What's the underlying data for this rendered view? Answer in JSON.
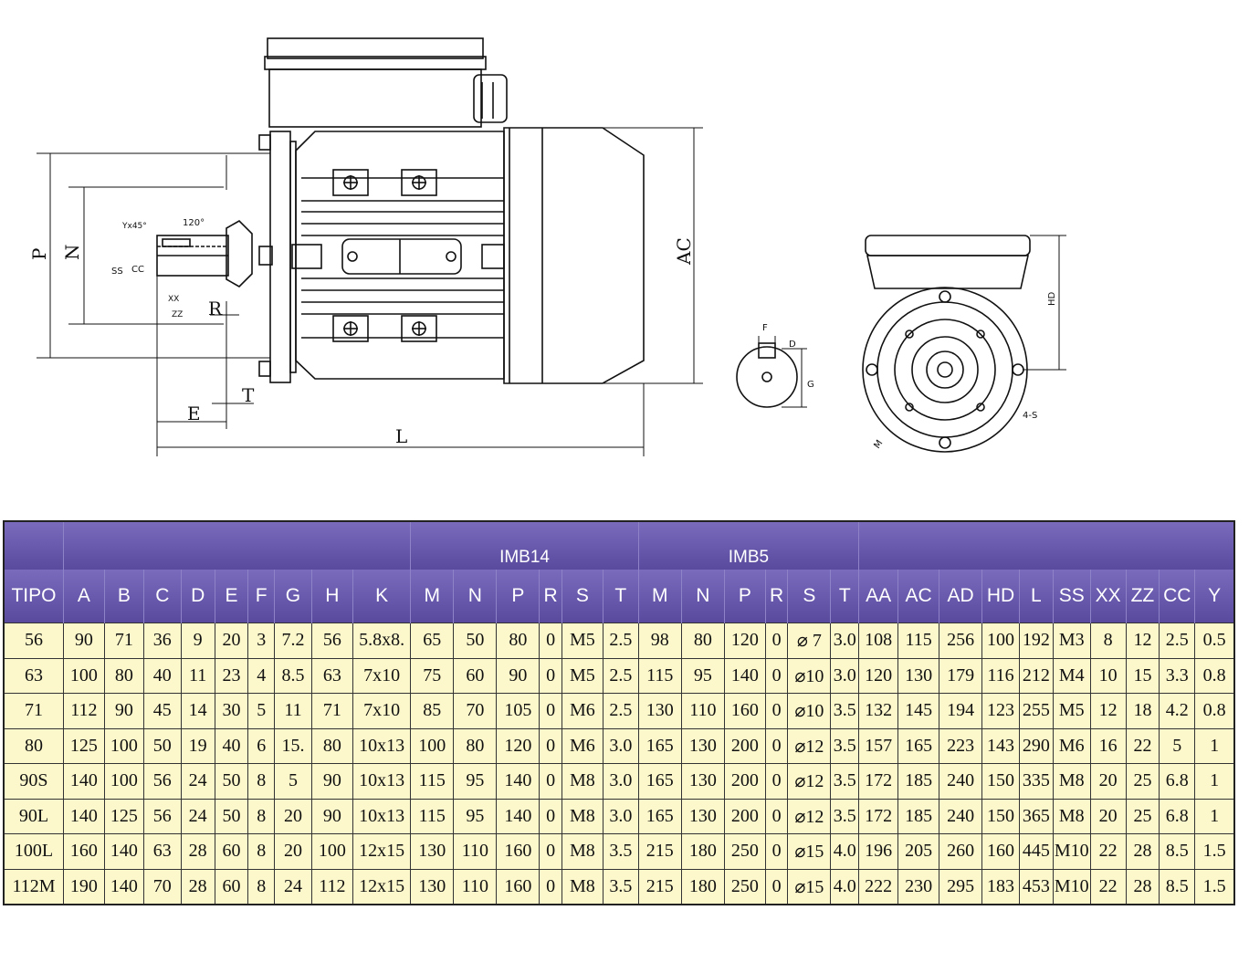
{
  "drawing_labels": {
    "P": "P",
    "N": "N",
    "R": "R",
    "T": "T",
    "E": "E",
    "L": "L",
    "AC": "AC",
    "key_chamfer": "Yx45°",
    "key_angle": "120°",
    "SS": "SS",
    "CC": "CC",
    "XX": "XX",
    "ZZ": "ZZ",
    "F": "F",
    "D": "D",
    "G": "G",
    "HD": "HD",
    "S4": "4-S",
    "M": "M"
  },
  "table": {
    "group_headers": {
      "imb14": "IMB14",
      "imb5": "IMB5"
    },
    "columns": [
      "TIPO",
      "A",
      "B",
      "C",
      "D",
      "E",
      "F",
      "G",
      "H",
      "K",
      "M",
      "N",
      "P",
      "R",
      "S",
      "T",
      "M",
      "N",
      "P",
      "R",
      "S",
      "T",
      "AA",
      "AC",
      "AD",
      "HD",
      "L",
      "SS",
      "XX",
      "ZZ",
      "CC",
      "Y"
    ],
    "rows": [
      [
        "56",
        "90",
        "71",
        "36",
        "9",
        "20",
        "3",
        "7.2",
        "56",
        "5.8x8.",
        "65",
        "50",
        "80",
        "0",
        "M5",
        "2.5",
        "98",
        "80",
        "120",
        "0",
        "⌀ 7",
        "3.0",
        "108",
        "115",
        "256",
        "100",
        "192",
        "M3",
        "8",
        "12",
        "2.5",
        "0.5"
      ],
      [
        "63",
        "100",
        "80",
        "40",
        "11",
        "23",
        "4",
        "8.5",
        "63",
        "7x10",
        "75",
        "60",
        "90",
        "0",
        "M5",
        "2.5",
        "115",
        "95",
        "140",
        "0",
        "⌀10",
        "3.0",
        "120",
        "130",
        "179",
        "116",
        "212",
        "M4",
        "10",
        "15",
        "3.3",
        "0.8"
      ],
      [
        "71",
        "112",
        "90",
        "45",
        "14",
        "30",
        "5",
        "11",
        "71",
        "7x10",
        "85",
        "70",
        "105",
        "0",
        "M6",
        "2.5",
        "130",
        "110",
        "160",
        "0",
        "⌀10",
        "3.5",
        "132",
        "145",
        "194",
        "123",
        "255",
        "M5",
        "12",
        "18",
        "4.2",
        "0.8"
      ],
      [
        "80",
        "125",
        "100",
        "50",
        "19",
        "40",
        "6",
        "15.",
        "80",
        "10x13",
        "100",
        "80",
        "120",
        "0",
        "M6",
        "3.0",
        "165",
        "130",
        "200",
        "0",
        "⌀12",
        "3.5",
        "157",
        "165",
        "223",
        "143",
        "290",
        "M6",
        "16",
        "22",
        "5",
        "1"
      ],
      [
        "90S",
        "140",
        "100",
        "56",
        "24",
        "50",
        "8",
        "5",
        "90",
        "10x13",
        "115",
        "95",
        "140",
        "0",
        "M8",
        "3.0",
        "165",
        "130",
        "200",
        "0",
        "⌀12",
        "3.5",
        "172",
        "185",
        "240",
        "150",
        "335",
        "M8",
        "20",
        "25",
        "6.8",
        "1"
      ],
      [
        "90L",
        "140",
        "125",
        "56",
        "24",
        "50",
        "8",
        "20",
        "90",
        "10x13",
        "115",
        "95",
        "140",
        "0",
        "M8",
        "3.0",
        "165",
        "130",
        "200",
        "0",
        "⌀12",
        "3.5",
        "172",
        "185",
        "240",
        "150",
        "365",
        "M8",
        "20",
        "25",
        "6.8",
        "1"
      ],
      [
        "100L",
        "160",
        "140",
        "63",
        "28",
        "60",
        "8",
        "20",
        "100",
        "12x15",
        "130",
        "110",
        "160",
        "0",
        "M8",
        "3.5",
        "215",
        "180",
        "250",
        "0",
        "⌀15",
        "4.0",
        "196",
        "205",
        "260",
        "160",
        "445",
        "M10",
        "22",
        "28",
        "8.5",
        "1.5"
      ],
      [
        "112M",
        "190",
        "140",
        "70",
        "28",
        "60",
        "8",
        "24",
        "112",
        "12x15",
        "130",
        "110",
        "160",
        "0",
        "M8",
        "3.5",
        "215",
        "180",
        "250",
        "0",
        "⌀15",
        "4.0",
        "222",
        "230",
        "295",
        "183",
        "453",
        "M10",
        "22",
        "28",
        "8.5",
        "1.5"
      ]
    ]
  }
}
